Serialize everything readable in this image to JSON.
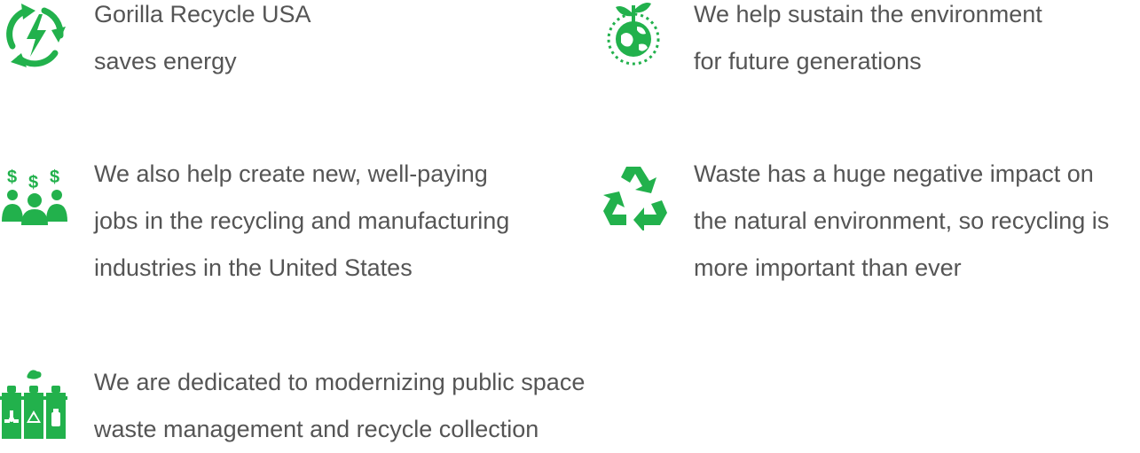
{
  "colors": {
    "accent": "#22b14c",
    "text": "#555555",
    "background": "#ffffff"
  },
  "features": [
    {
      "icon": "recycle-energy-icon",
      "lines": [
        "Gorilla Recycle USA",
        "saves energy"
      ]
    },
    {
      "icon": "earth-sprout-icon",
      "lines": [
        "We help sustain the environment",
        "for future generations"
      ]
    },
    {
      "icon": "people-money-icon",
      "lines": [
        "We also help create new, well-paying",
        "jobs in the recycling and manufacturing",
        "industries in the United States"
      ]
    },
    {
      "icon": "recycle-symbol-icon",
      "lines": [
        "Waste has a huge negative impact on",
        "the natural environment, so recycling is",
        "more important than ever"
      ]
    },
    {
      "icon": "waste-bins-icon",
      "lines": [
        "We are dedicated to modernizing public space",
        "waste management and recycle collection"
      ]
    }
  ]
}
